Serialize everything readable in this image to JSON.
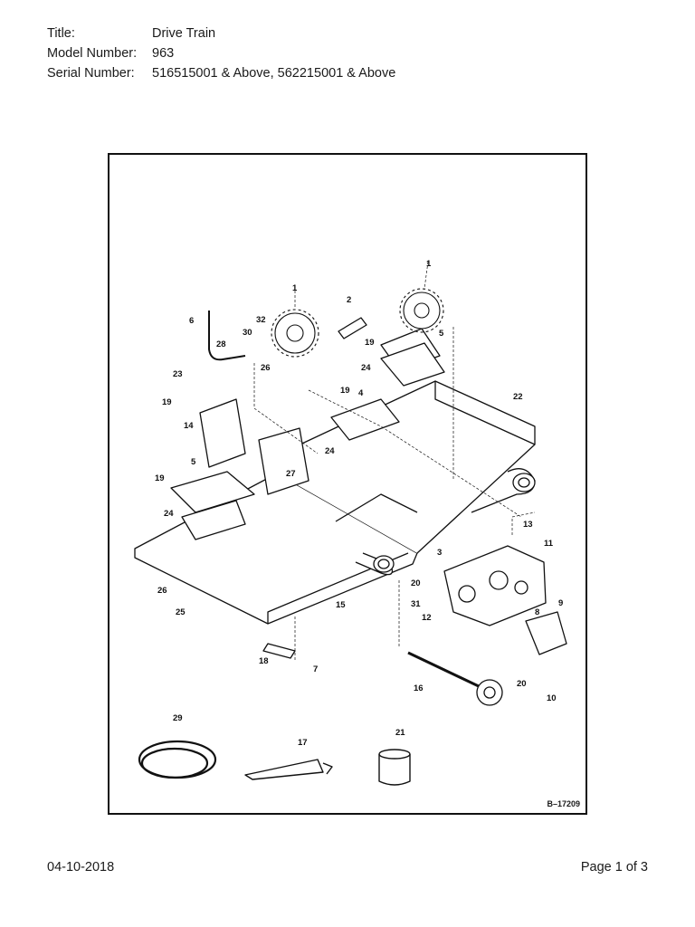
{
  "header": {
    "title_label": "Title:",
    "title_value": "Drive Train",
    "model_label": "Model Number:",
    "model_value": "963",
    "serial_label": "Serial Number:",
    "serial_value": "516515001 & Above, 562215001 & Above"
  },
  "diagram": {
    "figure_ref": "B–17209",
    "callouts": [
      "1",
      "1",
      "2",
      "3",
      "4",
      "5",
      "5",
      "6",
      "7",
      "8",
      "9",
      "10",
      "11",
      "12",
      "13",
      "14",
      "15",
      "16",
      "17",
      "18",
      "19",
      "19",
      "19",
      "19",
      "20",
      "20",
      "21",
      "22",
      "23",
      "24",
      "24",
      "24",
      "25",
      "26",
      "26",
      "27",
      "28",
      "29",
      "30",
      "31",
      "32"
    ]
  },
  "footer": {
    "date": "04-10-2018",
    "page": "Page 1 of 3"
  }
}
